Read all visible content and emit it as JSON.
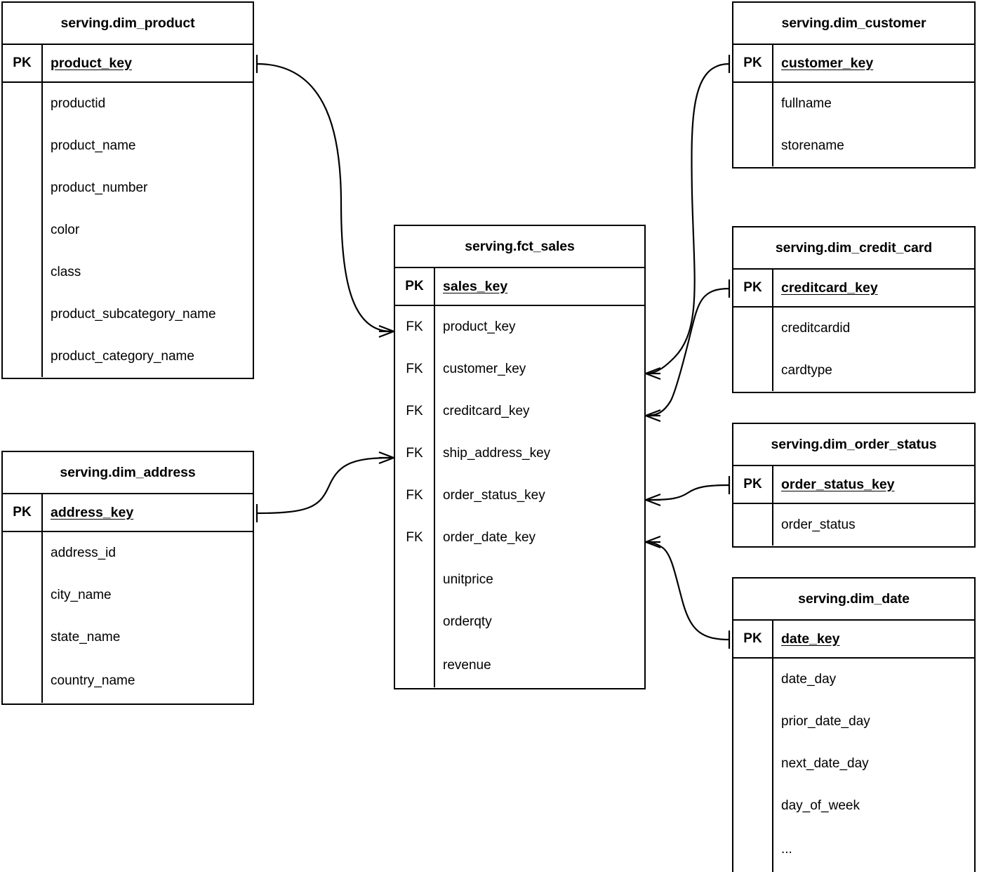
{
  "diagram": {
    "title": "Star schema ER diagram",
    "notation": "crow's foot",
    "background": "#ffffff",
    "line_color": "#000000",
    "text_color": "#000000"
  },
  "labels": {
    "pk": "PK",
    "fk": "FK",
    "blank": ""
  },
  "entities": {
    "dim_product": {
      "name": "serving.dim_product",
      "pk_label": "PK",
      "pk_field": "product_key",
      "fields": [
        "productid",
        "product_name",
        "product_number",
        "color",
        "class",
        "product_subcategory_name",
        "product_category_name"
      ]
    },
    "dim_address": {
      "name": "serving.dim_address",
      "pk_label": "PK",
      "pk_field": "address_key",
      "fields": [
        "address_id",
        "city_name",
        "state_name",
        "country_name"
      ]
    },
    "fct_sales": {
      "name": "serving.fct_sales",
      "pk_label": "PK",
      "pk_field": "sales_key",
      "rows": [
        {
          "key": "FK",
          "field": "product_key"
        },
        {
          "key": "FK",
          "field": "customer_key"
        },
        {
          "key": "FK",
          "field": "creditcard_key"
        },
        {
          "key": "FK",
          "field": "ship_address_key"
        },
        {
          "key": "FK",
          "field": "order_status_key"
        },
        {
          "key": "FK",
          "field": "order_date_key"
        },
        {
          "key": "",
          "field": "unitprice"
        },
        {
          "key": "",
          "field": "orderqty"
        },
        {
          "key": "",
          "field": "revenue"
        }
      ]
    },
    "dim_customer": {
      "name": "serving.dim_customer",
      "pk_label": "PK",
      "pk_field": "customer_key",
      "fields": [
        "fullname",
        "storename"
      ]
    },
    "dim_credit_card": {
      "name": "serving.dim_credit_card",
      "pk_label": "PK",
      "pk_field": "creditcard_key",
      "fields": [
        "creditcardid",
        "cardtype"
      ]
    },
    "dim_order_status": {
      "name": "serving.dim_order_status",
      "pk_label": "PK",
      "pk_field": "order_status_key",
      "fields": [
        "order_status"
      ]
    },
    "dim_date": {
      "name": "serving.dim_date",
      "pk_label": "PK",
      "pk_field": "date_key",
      "fields": [
        "date_day",
        "prior_date_day",
        "next_date_day",
        "day_of_week",
        "..."
      ]
    }
  },
  "relationships": [
    {
      "name": "product-to-sales",
      "from": "dim_product.product_key",
      "to": "fct_sales.product_key",
      "from_cardinality": "one",
      "to_cardinality": "many"
    },
    {
      "name": "address-to-sales",
      "from": "dim_address.address_key",
      "to": "fct_sales.ship_address_key",
      "from_cardinality": "one",
      "to_cardinality": "many"
    },
    {
      "name": "customer-to-sales",
      "from": "dim_customer.customer_key",
      "to": "fct_sales.customer_key",
      "from_cardinality": "one",
      "to_cardinality": "many"
    },
    {
      "name": "creditcard-to-sales",
      "from": "dim_credit_card.creditcard_key",
      "to": "fct_sales.creditcard_key",
      "from_cardinality": "one",
      "to_cardinality": "many"
    },
    {
      "name": "order-status-to-sales",
      "from": "dim_order_status.order_status_key",
      "to": "fct_sales.order_status_key",
      "from_cardinality": "one",
      "to_cardinality": "many"
    },
    {
      "name": "date-to-sales",
      "from": "dim_date.date_key",
      "to": "fct_sales.order_date_key",
      "from_cardinality": "one",
      "to_cardinality": "many"
    }
  ]
}
